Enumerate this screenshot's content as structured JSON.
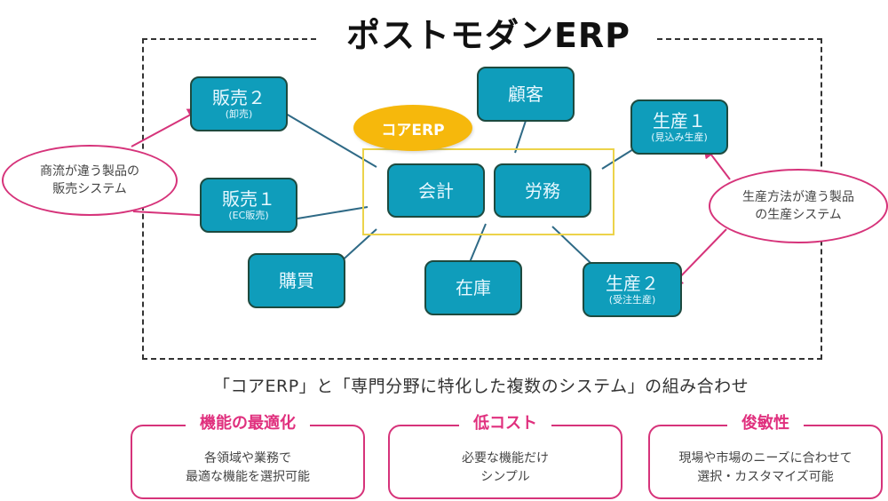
{
  "title": "ポストモダンERP",
  "core": {
    "badge": "コアERP",
    "modules": [
      {
        "main": "会計"
      },
      {
        "main": "労務"
      }
    ]
  },
  "nodes": {
    "sales2": {
      "main": "販売２",
      "sub": "(卸売)"
    },
    "sales1": {
      "main": "販売１",
      "sub": "(EC販売)"
    },
    "purchase": {
      "main": "購買"
    },
    "customer": {
      "main": "顧客"
    },
    "inventory": {
      "main": "在庫"
    },
    "production1": {
      "main": "生産１",
      "sub": "(見込み生産)"
    },
    "production2": {
      "main": "生産２",
      "sub": "(受注生産)"
    }
  },
  "callouts": {
    "sales": [
      "商流が違う製品の",
      "販売システム"
    ],
    "production": [
      "生産方法が違う製品",
      "の生産システム"
    ]
  },
  "summary": "「コアERP」と「専門分野に特化した複数のシステム」の組み合わせ",
  "features": [
    {
      "title": "機能の最適化",
      "lines": [
        "各領域や業務で",
        "最適な機能を選択可能"
      ]
    },
    {
      "title": "低コスト",
      "lines": [
        "必要な機能だけ",
        "シンプル"
      ]
    },
    {
      "title": "俊敏性",
      "lines": [
        "現場や市場のニーズに合わせて",
        "選択・カスタマイズ可能"
      ]
    }
  ],
  "colors": {
    "node_fill": "#0f9dbb",
    "node_border": "#1d4a3f",
    "core_border": "#ecd34a",
    "core_badge": "#f6b80c",
    "accent": "#d6337a",
    "link": "#2f6a86"
  }
}
